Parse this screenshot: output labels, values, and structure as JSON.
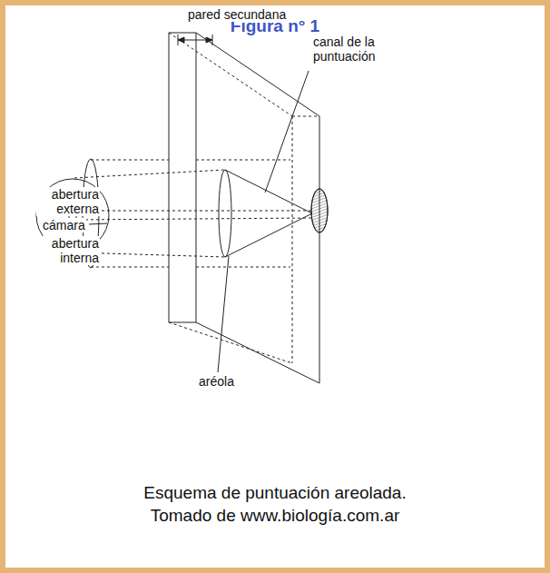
{
  "diagram": {
    "title": "Figura n° 1",
    "caption": "Esquema de puntuación areolada. Tomado de www.biología.com.ar",
    "labels": [
      "pared secundana",
      "canal de la puntuación",
      "abertura externa",
      "cámara",
      "abertura interna",
      "aréola"
    ]
  }
}
